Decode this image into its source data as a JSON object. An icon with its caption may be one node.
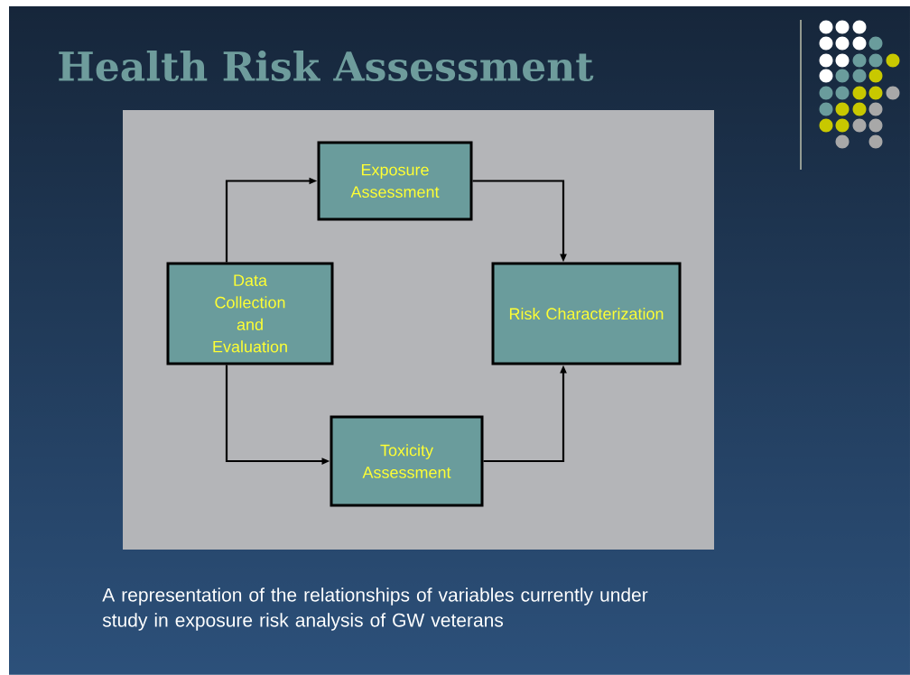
{
  "diagram": {
    "title": "Health Risk Assessment",
    "nodes": [
      {
        "text": [
          "Data Collection and Evaluation"
        ]
      },
      {
        "text": [
          "Exposure Assessment"
        ]
      },
      {
        "text": [
          "Risk Characterization"
        ]
      },
      {
        "text": [
          "Toxicity Assessment"
        ]
      }
    ],
    "edges": [
      {
        "from": 0,
        "to": 1,
        "arrow": "to"
      },
      {
        "from": 1,
        "to": 2,
        "arrow": "to"
      },
      {
        "from": 0,
        "to": 3,
        "arrow": "to"
      },
      {
        "from": 3,
        "to": 2,
        "arrow": "to"
      }
    ],
    "caption": "A representation of the relationships of variables currently under study in exposure risk analysis of GW veterans"
  }
}
